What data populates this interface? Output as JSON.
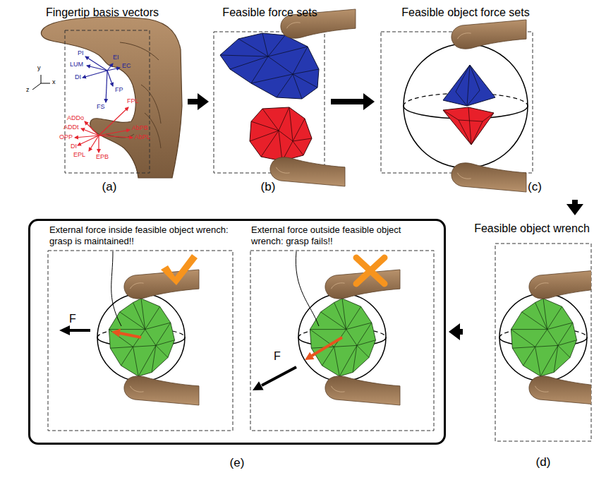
{
  "diagram": {
    "nodes": [
      {
        "text": [
          "Fingertip basis vectors",
          "(a)"
        ]
      },
      {
        "text": [
          "Feasible force sets",
          "(b)"
        ]
      },
      {
        "text": [
          "Feasible object force sets",
          "(c)"
        ]
      },
      {
        "text": [
          "(e)"
        ]
      },
      {
        "text": [
          "External force inside feasible object wrench: grasp is maintained!!",
          "F"
        ],
        "in": 3
      },
      {
        "text": [
          "External force outside feasible object wrench: grasp fails!!",
          "F"
        ],
        "in": 3
      },
      {
        "text": [
          "Feasible object wrench",
          "(d)"
        ]
      }
    ],
    "edges": [
      {
        "from": 0,
        "to": 1,
        "arrow": "to"
      },
      {
        "from": 1,
        "to": 2,
        "arrow": "to"
      },
      {
        "from": 2,
        "to": 6,
        "arrow": "to"
      },
      {
        "from": 6,
        "to": 3,
        "arrow": "to"
      }
    ],
    "labels": [
      "y",
      "z",
      "x",
      "PI",
      "LUM",
      "DI",
      "EI",
      "EC",
      "FP",
      "FS",
      "FPL",
      "ADDo",
      "ADDt",
      "OPP",
      "AbPB",
      "AbPL",
      "DI",
      "EPL",
      "EPB"
    ]
  }
}
